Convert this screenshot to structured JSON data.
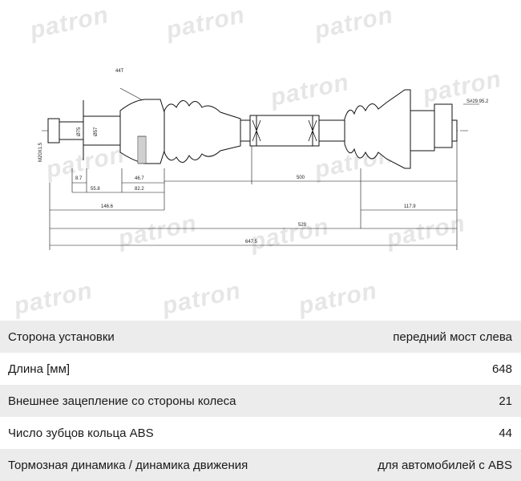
{
  "brand_watermark": "patron",
  "drawing_labels": {
    "d_thread": "M20X1.5",
    "d_75": "Ø75",
    "d_57": "Ø57",
    "abs_teeth": "44T",
    "spline": "S#29.95.2",
    "l_8_7": "8.7",
    "l_46_7": "46.7",
    "l_55_8": "55.8",
    "l_82_2": "82.2",
    "l_500": "500",
    "l_146_6": "146.6",
    "l_117_9": "117.9",
    "l_529": "529",
    "l_647_5": "647.5"
  },
  "specs": [
    {
      "label": "Сторона установки",
      "value": "передний мост слева"
    },
    {
      "label": "Длина [мм]",
      "value": "648"
    },
    {
      "label": "Внешнее зацепление со стороны колеса",
      "value": "21"
    },
    {
      "label": "Число зубцов кольца ABS",
      "value": "44"
    },
    {
      "label": "Тормозная динамика / динамика движения",
      "value": "для автомобилей с ABS"
    }
  ]
}
